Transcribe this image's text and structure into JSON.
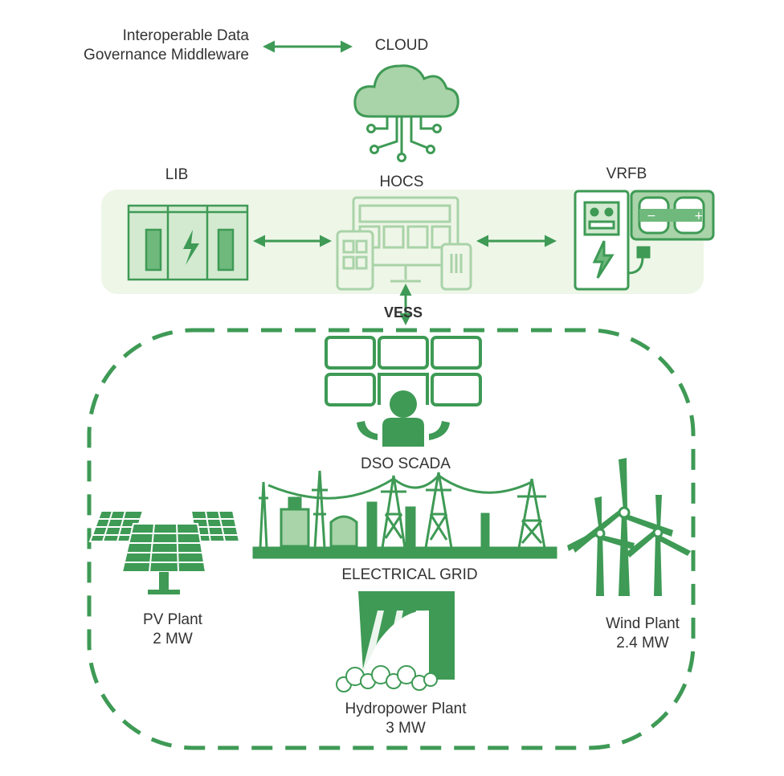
{
  "middleware": {
    "line1": "Interoperable Data",
    "line2": "Governance Middleware"
  },
  "cloud": {
    "label": "CLOUD"
  },
  "lib": {
    "label": "LIB"
  },
  "hocs": {
    "label": "HOCS"
  },
  "vrfb": {
    "label": "VRFB"
  },
  "vess": {
    "label": "VESS"
  },
  "scada": {
    "label": "DSO SCADA"
  },
  "grid": {
    "label": "ELECTRICAL GRID"
  },
  "pv": {
    "name": "PV Plant",
    "capacity": "2 MW"
  },
  "wind": {
    "name": "Wind Plant",
    "capacity": "2.4 MW"
  },
  "hydro": {
    "name": "Hydropower Plant",
    "capacity": "3 MW"
  },
  "colors": {
    "green": "#3e9a55",
    "light_green": "#a9d3a8",
    "band": "#eef6e8",
    "text": "#333333"
  }
}
